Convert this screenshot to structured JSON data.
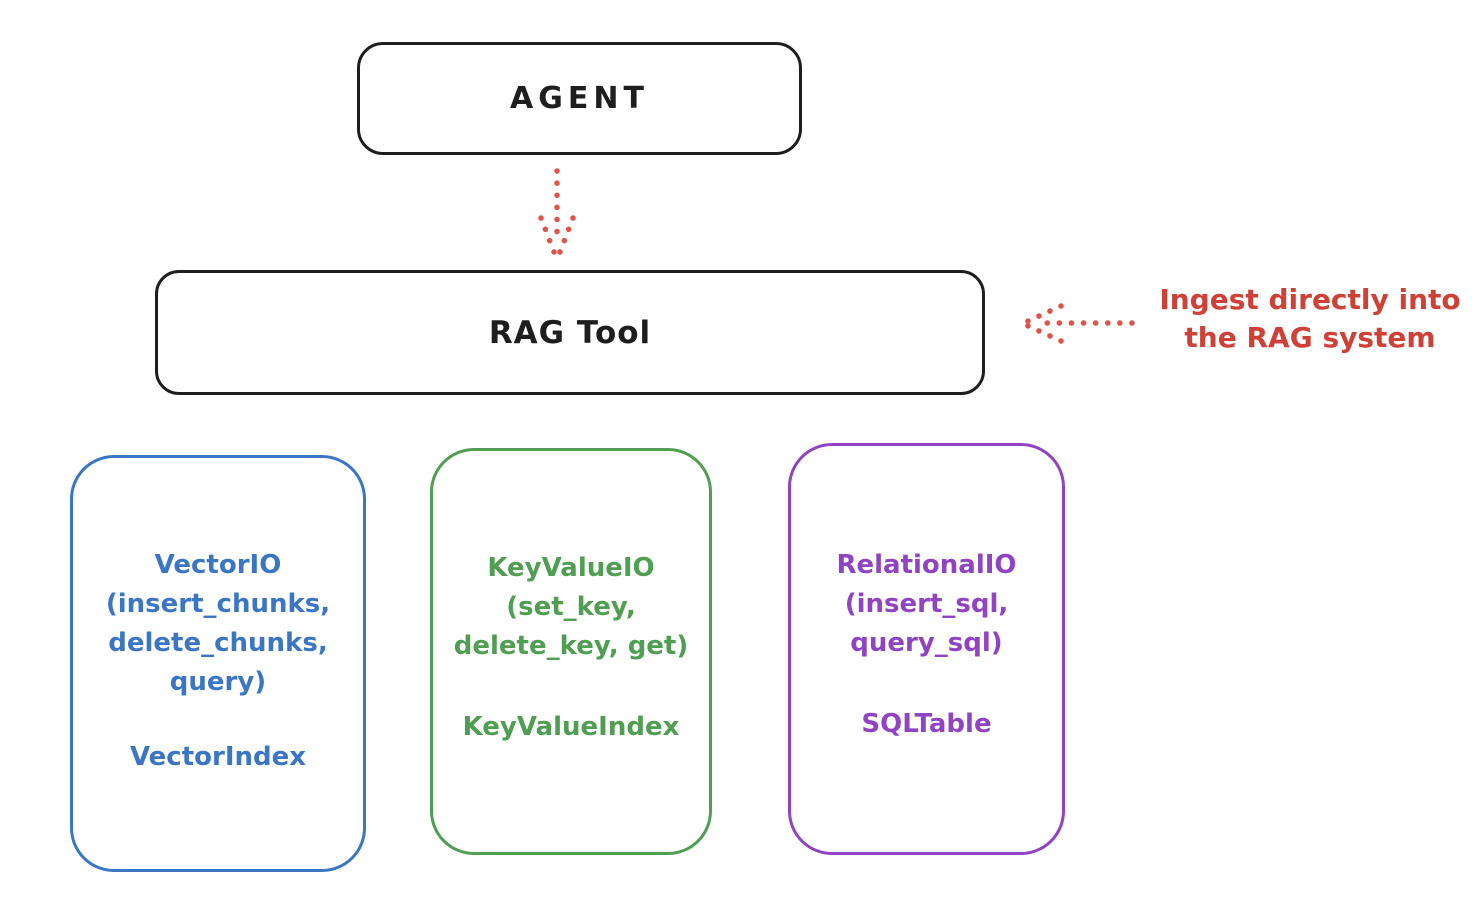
{
  "diagram": {
    "nodes": {
      "agent": {
        "label": "AGENT",
        "stroke_color": "#1e1e1e"
      },
      "rag_tool": {
        "label": "RAG Tool",
        "stroke_color": "#1e1e1e"
      },
      "vector": {
        "title_lines": [
          "VectorIO",
          "(insert_chunks,",
          "delete_chunks,",
          "query)"
        ],
        "index_label": "VectorIndex",
        "stroke_color": "#3b76c5"
      },
      "keyvalue": {
        "title_lines": [
          "KeyValueIO",
          "(set_key,",
          "delete_key, get)"
        ],
        "index_label": "KeyValueIndex",
        "stroke_color": "#4f9e52"
      },
      "relational": {
        "title_lines": [
          "RelationalIO",
          "(insert_sql,",
          "query_sql)"
        ],
        "index_label": "SQLTable",
        "stroke_color": "#9043c2"
      }
    },
    "annotation": {
      "lines": [
        "Ingest directly into",
        "the RAG system"
      ],
      "color": "#cf4036"
    },
    "edges": [
      {
        "from": "agent",
        "to": "rag_tool",
        "style": "dotted",
        "color": "#e0534b"
      },
      {
        "from": "annotation",
        "to": "rag_tool",
        "style": "dotted",
        "color": "#e0534b"
      }
    ]
  }
}
